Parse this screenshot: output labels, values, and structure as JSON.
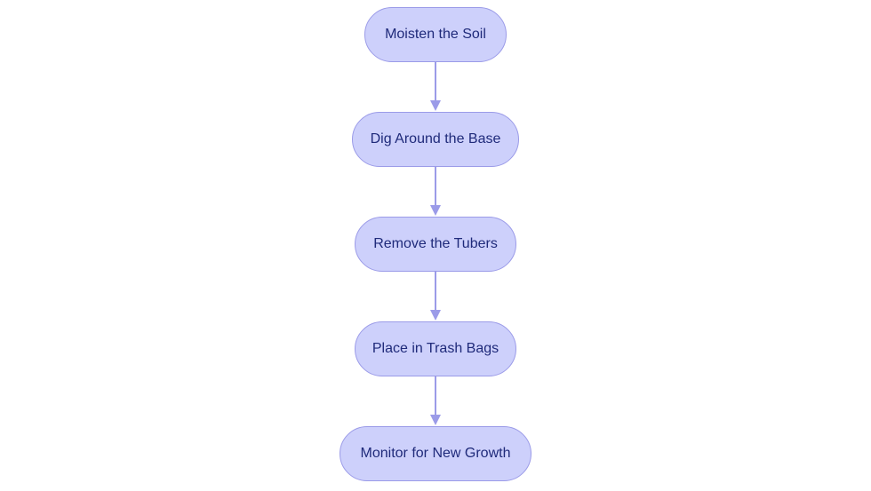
{
  "flowchart": {
    "steps": [
      "Moisten the Soil",
      "Dig Around the Base",
      "Remove the Tubers",
      "Place in Trash Bags",
      "Monitor for New Growth"
    ],
    "colors": {
      "node_fill": "#cdd0fb",
      "node_border": "#9b9be8",
      "node_text": "#1f2a7a",
      "arrow": "#9b9be8"
    }
  }
}
